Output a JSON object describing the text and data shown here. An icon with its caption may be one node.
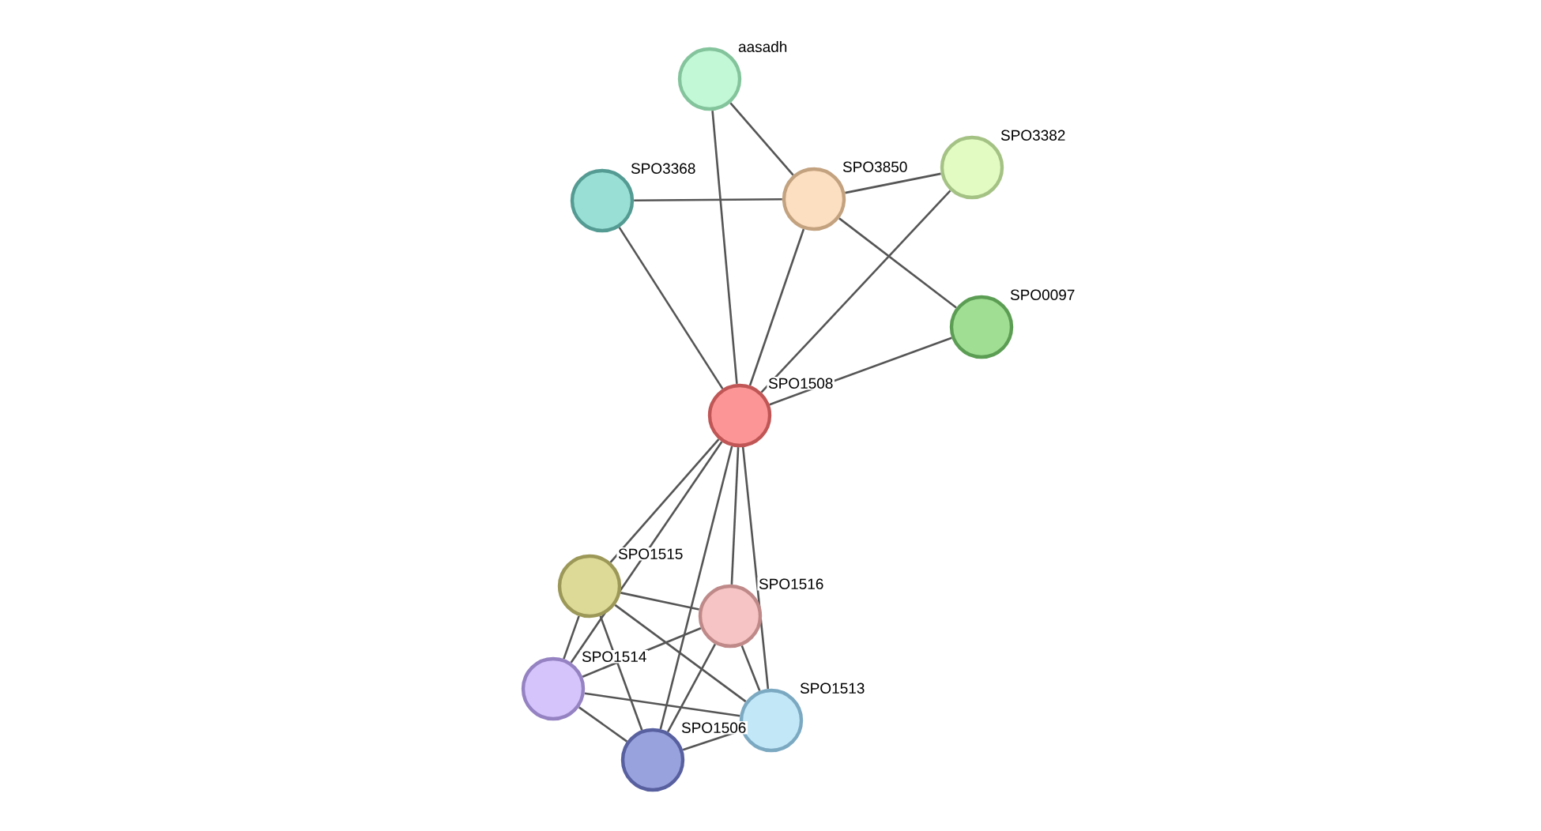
{
  "diagram": {
    "nodes": [
      {
        "text": [
          "aasadh"
        ]
      },
      {
        "text": [
          "SPO3368"
        ]
      },
      {
        "text": [
          "SPO3850"
        ]
      },
      {
        "text": [
          "SPO3382"
        ]
      },
      {
        "text": [
          "SPO0097"
        ]
      },
      {
        "text": [
          "SPO1508"
        ]
      },
      {
        "text": [
          "SPO1515"
        ]
      },
      {
        "text": [
          "SPO1516"
        ]
      },
      {
        "text": [
          "SPO1514"
        ]
      },
      {
        "text": [
          "SPO1513"
        ]
      },
      {
        "text": [
          "SPO1506"
        ]
      }
    ],
    "edges": [
      {
        "from": 0,
        "to": 2,
        "arrow": "none"
      },
      {
        "from": 0,
        "to": 5,
        "arrow": "none"
      },
      {
        "from": 1,
        "to": 2,
        "arrow": "none"
      },
      {
        "from": 1,
        "to": 5,
        "arrow": "none"
      },
      {
        "from": 2,
        "to": 3,
        "arrow": "none"
      },
      {
        "from": 2,
        "to": 4,
        "arrow": "none"
      },
      {
        "from": 2,
        "to": 5,
        "arrow": "none"
      },
      {
        "from": 3,
        "to": 5,
        "arrow": "none"
      },
      {
        "from": 4,
        "to": 5,
        "arrow": "none"
      },
      {
        "from": 5,
        "to": 6,
        "arrow": "none"
      },
      {
        "from": 5,
        "to": 7,
        "arrow": "none"
      },
      {
        "from": 5,
        "to": 8,
        "arrow": "none"
      },
      {
        "from": 5,
        "to": 9,
        "arrow": "none"
      },
      {
        "from": 5,
        "to": 10,
        "arrow": "none"
      },
      {
        "from": 6,
        "to": 7,
        "arrow": "none"
      },
      {
        "from": 6,
        "to": 8,
        "arrow": "none"
      },
      {
        "from": 6,
        "to": 9,
        "arrow": "none"
      },
      {
        "from": 6,
        "to": 10,
        "arrow": "none"
      },
      {
        "from": 7,
        "to": 8,
        "arrow": "none"
      },
      {
        "from": 7,
        "to": 9,
        "arrow": "none"
      },
      {
        "from": 7,
        "to": 10,
        "arrow": "none"
      },
      {
        "from": 8,
        "to": 9,
        "arrow": "none"
      },
      {
        "from": 8,
        "to": 10,
        "arrow": "none"
      },
      {
        "from": 9,
        "to": 10,
        "arrow": "none"
      }
    ]
  }
}
